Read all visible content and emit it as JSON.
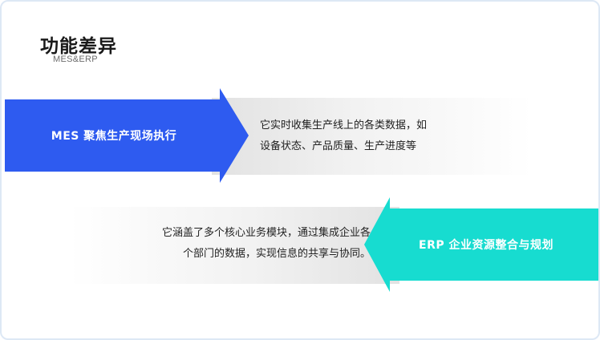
{
  "header": {
    "title": "功能差异",
    "subtitle": "MES&ERP"
  },
  "mes": {
    "label": "MES  聚焦生产现场执行",
    "line1": "它实时收集生产线上的各类数据，如",
    "line2": "设备状态、产品质量、生产进度等",
    "color": "#2e5bf0"
  },
  "erp": {
    "label": "ERP  企业资源整合与规划",
    "line1": "它涵盖了多个核心业务模块，通过集成企业各",
    "line2": "个部门的数据，实现信息的共享与协同。",
    "color": "#17dcd0"
  }
}
